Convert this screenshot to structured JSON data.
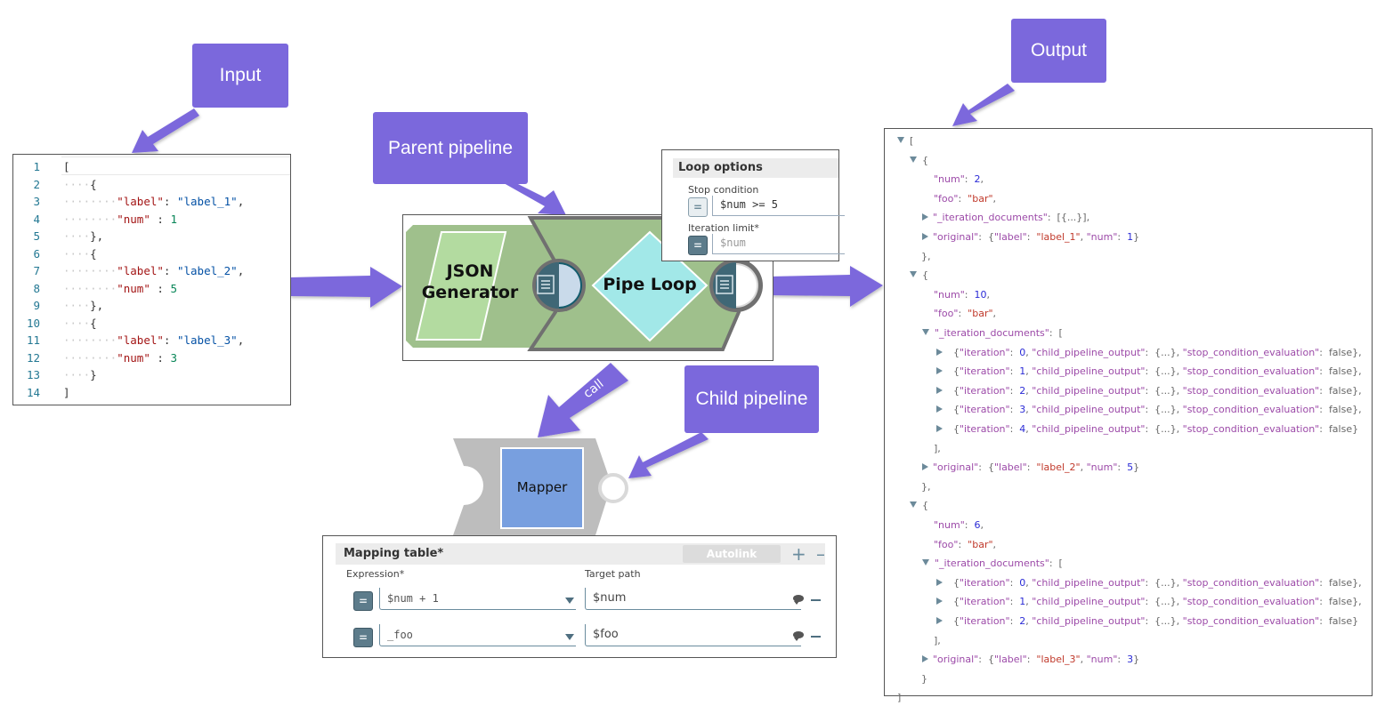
{
  "callouts": {
    "input": "Input",
    "parent_pipeline": "Parent pipeline",
    "output": "Output",
    "child_pipeline": "Child pipeline",
    "call_arrow": "call"
  },
  "colors": {
    "callout": "#7b68dc",
    "snap_green": "#9fc08c",
    "json_gen": "#b3dba0",
    "pipe_loop": "#a2e8e8",
    "mapper": "#789fdf",
    "child_frame": "#bdbdbd"
  },
  "input_editor": {
    "lines": [
      {
        "n": "1",
        "text": "["
      },
      {
        "n": "2",
        "text": "{"
      },
      {
        "n": "3",
        "key": "\"label\"",
        "sep": ": ",
        "val": "\"label_1\"",
        "trail": ",",
        "type": "s"
      },
      {
        "n": "4",
        "key": "\"num\"",
        "sep": " : ",
        "val": "1",
        "trail": "",
        "type": "n"
      },
      {
        "n": "5",
        "text": "},"
      },
      {
        "n": "6",
        "text": "{"
      },
      {
        "n": "7",
        "key": "\"label\"",
        "sep": ": ",
        "val": "\"label_2\"",
        "trail": ",",
        "type": "s"
      },
      {
        "n": "8",
        "key": "\"num\"",
        "sep": " : ",
        "val": "5",
        "trail": "",
        "type": "n"
      },
      {
        "n": "9",
        "text": "},"
      },
      {
        "n": "10",
        "text": "{"
      },
      {
        "n": "11",
        "key": "\"label\"",
        "sep": ": ",
        "val": "\"label_3\"",
        "trail": ",",
        "type": "s"
      },
      {
        "n": "12",
        "key": "\"num\"",
        "sep": " : ",
        "val": "3",
        "trail": "",
        "type": "n"
      },
      {
        "n": "13",
        "text": "}"
      },
      {
        "n": "14",
        "text": "]"
      }
    ]
  },
  "parent_pipeline": {
    "snaps": [
      {
        "name": "JSON Generator",
        "line1": "JSON",
        "line2": "Generator"
      },
      {
        "name": "Pipe Loop",
        "label": "Pipe Loop"
      }
    ]
  },
  "loop_options": {
    "title": "Loop options",
    "stop_condition_label": "Stop condition",
    "stop_condition_value": "$num >= 5",
    "iteration_limit_label": "Iteration limit*",
    "iteration_limit_value": "$num",
    "eq_symbol": "="
  },
  "child_pipeline": {
    "snap": "Mapper"
  },
  "mapping_table": {
    "title": "Mapping table*",
    "autolink": "Autolink",
    "plus": "+",
    "minus": "–",
    "expression_header": "Expression*",
    "target_header": "Target path",
    "rows": [
      {
        "expression": "$num + 1",
        "target": "$num"
      },
      {
        "expression": "_foo",
        "target": "$foo"
      }
    ]
  },
  "output_tree": {
    "lines": [
      {
        "indent": 0,
        "tri": "down",
        "parts": [
          [
            "p",
            "["
          ]
        ]
      },
      {
        "indent": 1,
        "tri": "down",
        "parts": [
          [
            "p",
            "{"
          ]
        ]
      },
      {
        "indent": 2,
        "tri": "",
        "parts": [
          [
            "k",
            "\"num\""
          ],
          [
            "p",
            ":  "
          ],
          [
            "num",
            "2"
          ],
          [
            "p",
            ","
          ]
        ]
      },
      {
        "indent": 2,
        "tri": "",
        "parts": [
          [
            "k",
            "\"foo\""
          ],
          [
            "p",
            ":  "
          ],
          [
            "str",
            "\"bar\""
          ],
          [
            "p",
            ","
          ]
        ]
      },
      {
        "indent": 2,
        "tri": "right",
        "parts": [
          [
            "k",
            "\"_iteration_documents\""
          ],
          [
            "p",
            ":  [{...}],"
          ]
        ]
      },
      {
        "indent": 2,
        "tri": "right",
        "parts": [
          [
            "k",
            "\"original\""
          ],
          [
            "p",
            ":  {"
          ],
          [
            "k",
            "\"label\""
          ],
          [
            "p",
            ":  "
          ],
          [
            "str",
            "\"label_1\""
          ],
          [
            "p",
            ", "
          ],
          [
            "k",
            "\"num\""
          ],
          [
            "p",
            ":  "
          ],
          [
            "num",
            "1"
          ],
          [
            "p",
            "}"
          ]
        ]
      },
      {
        "indent": 1,
        "tri": "",
        "parts": [
          [
            "p",
            "},"
          ]
        ]
      },
      {
        "indent": 1,
        "tri": "down",
        "parts": [
          [
            "p",
            "{"
          ]
        ]
      },
      {
        "indent": 2,
        "tri": "",
        "parts": [
          [
            "k",
            "\"num\""
          ],
          [
            "p",
            ":  "
          ],
          [
            "num",
            "10"
          ],
          [
            "p",
            ","
          ]
        ]
      },
      {
        "indent": 2,
        "tri": "",
        "parts": [
          [
            "k",
            "\"foo\""
          ],
          [
            "p",
            ":  "
          ],
          [
            "str",
            "\"bar\""
          ],
          [
            "p",
            ","
          ]
        ]
      },
      {
        "indent": 2,
        "tri": "down",
        "parts": [
          [
            "k",
            "\"_iteration_documents\""
          ],
          [
            "p",
            ":  ["
          ]
        ]
      },
      {
        "indent": 3,
        "tri": "right",
        "parts": [
          [
            "p",
            "{"
          ],
          [
            "k",
            "\"iteration\""
          ],
          [
            "p",
            ":  "
          ],
          [
            "num",
            "0"
          ],
          [
            "p",
            ", "
          ],
          [
            "k",
            "\"child_pipeline_output\""
          ],
          [
            "p",
            ":  {...}, "
          ],
          [
            "k",
            "\"stop_condition_evaluation\""
          ],
          [
            "p",
            ":  "
          ],
          [
            "bool",
            "false"
          ],
          [
            "p",
            "},"
          ]
        ]
      },
      {
        "indent": 3,
        "tri": "right",
        "parts": [
          [
            "p",
            "{"
          ],
          [
            "k",
            "\"iteration\""
          ],
          [
            "p",
            ":  "
          ],
          [
            "num",
            "1"
          ],
          [
            "p",
            ", "
          ],
          [
            "k",
            "\"child_pipeline_output\""
          ],
          [
            "p",
            ":  {...}, "
          ],
          [
            "k",
            "\"stop_condition_evaluation\""
          ],
          [
            "p",
            ":  "
          ],
          [
            "bool",
            "false"
          ],
          [
            "p",
            "},"
          ]
        ]
      },
      {
        "indent": 3,
        "tri": "right",
        "parts": [
          [
            "p",
            "{"
          ],
          [
            "k",
            "\"iteration\""
          ],
          [
            "p",
            ":  "
          ],
          [
            "num",
            "2"
          ],
          [
            "p",
            ", "
          ],
          [
            "k",
            "\"child_pipeline_output\""
          ],
          [
            "p",
            ":  {...}, "
          ],
          [
            "k",
            "\"stop_condition_evaluation\""
          ],
          [
            "p",
            ":  "
          ],
          [
            "bool",
            "false"
          ],
          [
            "p",
            "},"
          ]
        ]
      },
      {
        "indent": 3,
        "tri": "right",
        "parts": [
          [
            "p",
            "{"
          ],
          [
            "k",
            "\"iteration\""
          ],
          [
            "p",
            ":  "
          ],
          [
            "num",
            "3"
          ],
          [
            "p",
            ", "
          ],
          [
            "k",
            "\"child_pipeline_output\""
          ],
          [
            "p",
            ":  {...}, "
          ],
          [
            "k",
            "\"stop_condition_evaluation\""
          ],
          [
            "p",
            ":  "
          ],
          [
            "bool",
            "false"
          ],
          [
            "p",
            "},"
          ]
        ]
      },
      {
        "indent": 3,
        "tri": "right",
        "parts": [
          [
            "p",
            "{"
          ],
          [
            "k",
            "\"iteration\""
          ],
          [
            "p",
            ":  "
          ],
          [
            "num",
            "4"
          ],
          [
            "p",
            ", "
          ],
          [
            "k",
            "\"child_pipeline_output\""
          ],
          [
            "p",
            ":  {...}, "
          ],
          [
            "k",
            "\"stop_condition_evaluation\""
          ],
          [
            "p",
            ":  "
          ],
          [
            "bool",
            "false"
          ],
          [
            "p",
            "}"
          ]
        ]
      },
      {
        "indent": 2,
        "tri": "",
        "parts": [
          [
            "p",
            "],"
          ]
        ]
      },
      {
        "indent": 2,
        "tri": "right",
        "parts": [
          [
            "k",
            "\"original\""
          ],
          [
            "p",
            ":  {"
          ],
          [
            "k",
            "\"label\""
          ],
          [
            "p",
            ":  "
          ],
          [
            "str",
            "\"label_2\""
          ],
          [
            "p",
            ", "
          ],
          [
            "k",
            "\"num\""
          ],
          [
            "p",
            ":  "
          ],
          [
            "num",
            "5"
          ],
          [
            "p",
            "}"
          ]
        ]
      },
      {
        "indent": 1,
        "tri": "",
        "parts": [
          [
            "p",
            "},"
          ]
        ]
      },
      {
        "indent": 1,
        "tri": "down",
        "parts": [
          [
            "p",
            "{"
          ]
        ]
      },
      {
        "indent": 2,
        "tri": "",
        "parts": [
          [
            "k",
            "\"num\""
          ],
          [
            "p",
            ":  "
          ],
          [
            "num",
            "6"
          ],
          [
            "p",
            ","
          ]
        ]
      },
      {
        "indent": 2,
        "tri": "",
        "parts": [
          [
            "k",
            "\"foo\""
          ],
          [
            "p",
            ":  "
          ],
          [
            "str",
            "\"bar\""
          ],
          [
            "p",
            ","
          ]
        ]
      },
      {
        "indent": 2,
        "tri": "down",
        "parts": [
          [
            "k",
            "\"_iteration_documents\""
          ],
          [
            "p",
            ":  ["
          ]
        ]
      },
      {
        "indent": 3,
        "tri": "right",
        "parts": [
          [
            "p",
            "{"
          ],
          [
            "k",
            "\"iteration\""
          ],
          [
            "p",
            ":  "
          ],
          [
            "num",
            "0"
          ],
          [
            "p",
            ", "
          ],
          [
            "k",
            "\"child_pipeline_output\""
          ],
          [
            "p",
            ":  {...}, "
          ],
          [
            "k",
            "\"stop_condition_evaluation\""
          ],
          [
            "p",
            ":  "
          ],
          [
            "bool",
            "false"
          ],
          [
            "p",
            "},"
          ]
        ]
      },
      {
        "indent": 3,
        "tri": "right",
        "parts": [
          [
            "p",
            "{"
          ],
          [
            "k",
            "\"iteration\""
          ],
          [
            "p",
            ":  "
          ],
          [
            "num",
            "1"
          ],
          [
            "p",
            ", "
          ],
          [
            "k",
            "\"child_pipeline_output\""
          ],
          [
            "p",
            ":  {...}, "
          ],
          [
            "k",
            "\"stop_condition_evaluation\""
          ],
          [
            "p",
            ":  "
          ],
          [
            "bool",
            "false"
          ],
          [
            "p",
            "},"
          ]
        ]
      },
      {
        "indent": 3,
        "tri": "right",
        "parts": [
          [
            "p",
            "{"
          ],
          [
            "k",
            "\"iteration\""
          ],
          [
            "p",
            ":  "
          ],
          [
            "num",
            "2"
          ],
          [
            "p",
            ", "
          ],
          [
            "k",
            "\"child_pipeline_output\""
          ],
          [
            "p",
            ":  {...}, "
          ],
          [
            "k",
            "\"stop_condition_evaluation\""
          ],
          [
            "p",
            ":  "
          ],
          [
            "bool",
            "false"
          ],
          [
            "p",
            "}"
          ]
        ]
      },
      {
        "indent": 2,
        "tri": "",
        "parts": [
          [
            "p",
            "],"
          ]
        ]
      },
      {
        "indent": 2,
        "tri": "right",
        "parts": [
          [
            "k",
            "\"original\""
          ],
          [
            "p",
            ":  {"
          ],
          [
            "k",
            "\"label\""
          ],
          [
            "p",
            ":  "
          ],
          [
            "str",
            "\"label_3\""
          ],
          [
            "p",
            ", "
          ],
          [
            "k",
            "\"num\""
          ],
          [
            "p",
            ":  "
          ],
          [
            "num",
            "3"
          ],
          [
            "p",
            "}"
          ]
        ]
      },
      {
        "indent": 1,
        "tri": "",
        "parts": [
          [
            "p",
            "}"
          ]
        ]
      },
      {
        "indent": 0,
        "tri": "",
        "parts": [
          [
            "p",
            "]"
          ]
        ]
      }
    ]
  }
}
